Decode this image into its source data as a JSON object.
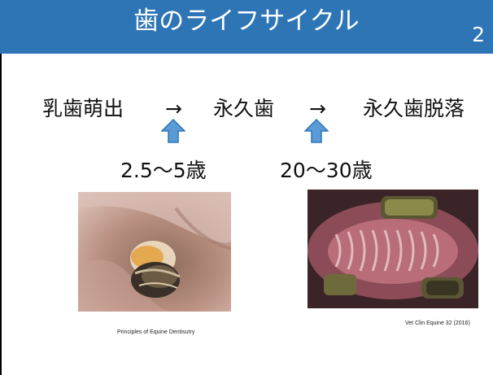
{
  "slide": {
    "title": "歯のライフサイクル",
    "page_number": "2",
    "accent_color": "#2e75b6"
  },
  "stages": {
    "first": "乳歯萌出",
    "arrow1": "→",
    "second": "永久歯",
    "arrow2": "→",
    "third": "永久歯脱落"
  },
  "ages": {
    "first": "2.5～5歳",
    "second": "20～30歳"
  },
  "icons": {
    "up_arrow": "up-arrow-icon"
  },
  "images": {
    "left": {
      "subject": "photo of horse deciduous tooth eruption",
      "caption": "Principles of Equine Dentisutry"
    },
    "right": {
      "subject": "photo of horse mouth and palate with permanent molars",
      "caption": "Vet Clin Equine 32 (2016)"
    }
  }
}
